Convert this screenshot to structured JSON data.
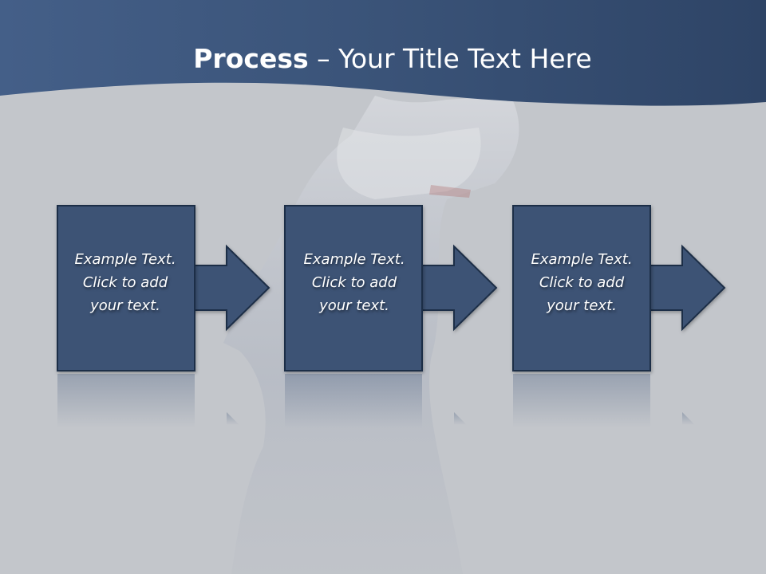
{
  "slide": {
    "title_bold": "Process",
    "title_rest": " – Your Title Text Here"
  },
  "colors": {
    "background": "#c3c6cb",
    "banner": "#3a5378",
    "step_fill": "#3d5374",
    "step_stroke": "#1f2f46",
    "text": "#ffffff"
  },
  "steps": [
    {
      "line1": "Example Text.",
      "line2": "Click  to add",
      "line3": "your text."
    },
    {
      "line1": "Example Text.",
      "line2": "Click  to add",
      "line3": "your text."
    },
    {
      "line1": "Example Text.",
      "line2": "Click  to add",
      "line3": "your text."
    }
  ],
  "icons": [
    "arrow-right-icon"
  ]
}
